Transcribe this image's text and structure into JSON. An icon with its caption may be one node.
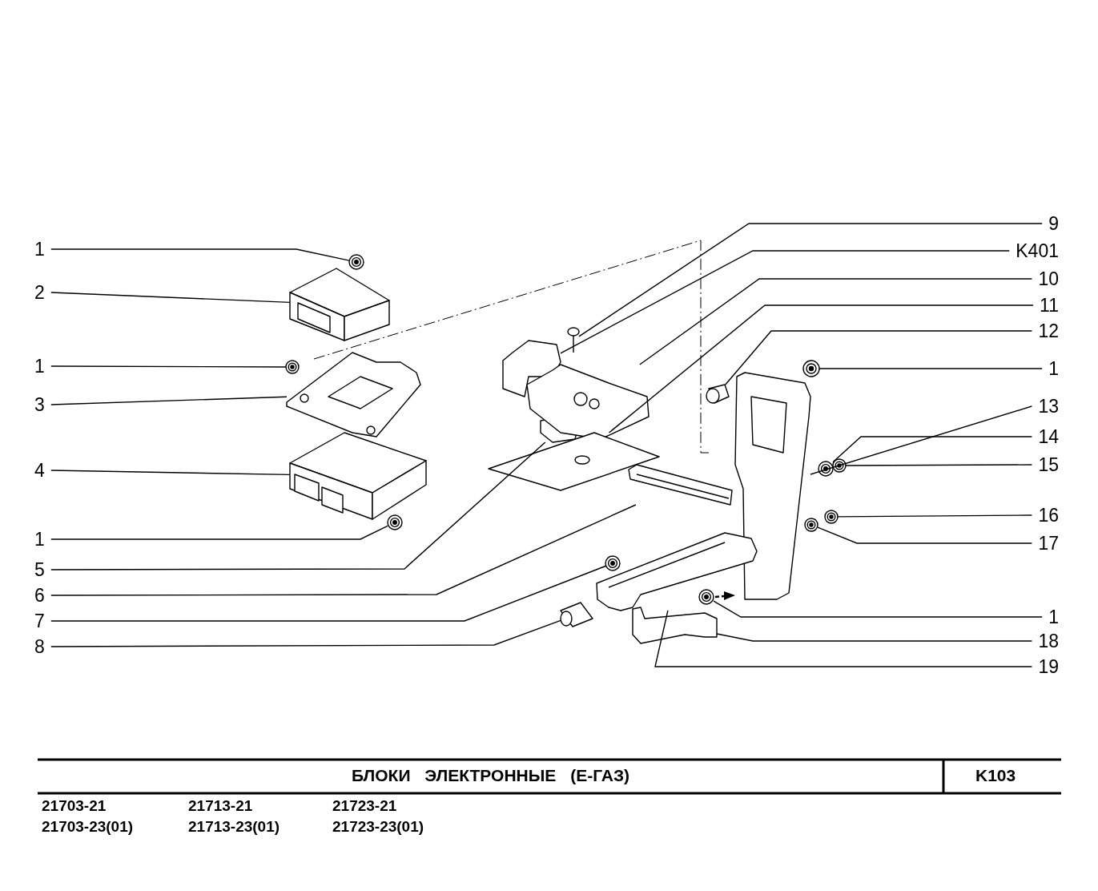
{
  "diagram": {
    "title": "БЛОКИ ЭЛЕКТРОННЫЕ (Е-ГАЗ)",
    "nodes": [
      {
        "text": [
          "1"
        ]
      },
      {
        "text": [
          "2"
        ]
      },
      {
        "text": [
          "1"
        ]
      },
      {
        "text": [
          "3"
        ]
      },
      {
        "text": [
          "4"
        ]
      },
      {
        "text": [
          "1"
        ]
      },
      {
        "text": [
          "5"
        ]
      },
      {
        "text": [
          "6"
        ]
      },
      {
        "text": [
          "7"
        ]
      },
      {
        "text": [
          "8"
        ]
      },
      {
        "text": [
          "9"
        ]
      },
      {
        "text": [
          "K401"
        ]
      },
      {
        "text": [
          "10"
        ]
      },
      {
        "text": [
          "11"
        ]
      },
      {
        "text": [
          "12"
        ]
      },
      {
        "text": [
          "1"
        ]
      },
      {
        "text": [
          "13"
        ]
      },
      {
        "text": [
          "14"
        ]
      },
      {
        "text": [
          "15"
        ]
      },
      {
        "text": [
          "16"
        ]
      },
      {
        "text": [
          "17"
        ]
      },
      {
        "text": [
          "1"
        ]
      },
      {
        "text": [
          "18"
        ]
      },
      {
        "text": [
          "19"
        ]
      },
      {
        "text": [],
        "shape": "picture"
      },
      {
        "text": [],
        "shape": "picture"
      },
      {
        "text": [],
        "shape": "picture"
      },
      {
        "text": [],
        "shape": "picture"
      },
      {
        "text": [],
        "shape": "picture"
      },
      {
        "text": [],
        "shape": "picture"
      },
      {
        "text": [],
        "shape": "picture"
      },
      {
        "text": [],
        "shape": "picture"
      },
      {
        "text": [],
        "shape": "picture"
      },
      {
        "text": [],
        "shape": "picture"
      },
      {
        "text": [],
        "shape": "picture"
      },
      {
        "text": [],
        "shape": "picture"
      },
      {
        "text": [],
        "shape": "picture"
      },
      {
        "text": [],
        "shape": "picture"
      },
      {
        "text": [],
        "shape": "picture"
      },
      {
        "text": [],
        "shape": "picture"
      },
      {
        "text": [],
        "shape": "picture"
      },
      {
        "text": [],
        "shape": "picture"
      },
      {
        "text": [],
        "shape": "picture"
      },
      {
        "text": [],
        "shape": "picture"
      },
      {
        "text": [],
        "shape": "picture"
      },
      {
        "text": [],
        "shape": "picture"
      },
      {
        "text": [],
        "shape": "picture"
      },
      {
        "text": [],
        "shape": "picture"
      }
    ],
    "edges": [
      {
        "from": 0,
        "to": 24,
        "arrow": "none"
      },
      {
        "from": 1,
        "to": 25,
        "arrow": "none"
      },
      {
        "from": 2,
        "to": 26,
        "arrow": "none"
      },
      {
        "from": 3,
        "to": 27,
        "arrow": "none"
      },
      {
        "from": 4,
        "to": 28,
        "arrow": "none"
      },
      {
        "from": 5,
        "to": 29,
        "arrow": "none"
      },
      {
        "from": 6,
        "to": 30,
        "arrow": "none"
      },
      {
        "from": 7,
        "to": 31,
        "arrow": "none"
      },
      {
        "from": 8,
        "to": 32,
        "arrow": "none"
      },
      {
        "from": 9,
        "to": 33,
        "arrow": "none"
      },
      {
        "from": 10,
        "to": 34,
        "arrow": "none"
      },
      {
        "from": 11,
        "to": 35,
        "arrow": "none"
      },
      {
        "from": 12,
        "to": 36,
        "arrow": "none"
      },
      {
        "from": 13,
        "to": 37,
        "arrow": "none"
      },
      {
        "from": 14,
        "to": 38,
        "arrow": "none"
      },
      {
        "from": 15,
        "to": 39,
        "arrow": "none"
      },
      {
        "from": 16,
        "to": 40,
        "arrow": "none"
      },
      {
        "from": 17,
        "to": 41,
        "arrow": "none"
      },
      {
        "from": 18,
        "to": 42,
        "arrow": "none"
      },
      {
        "from": 19,
        "to": 43,
        "arrow": "none"
      },
      {
        "from": 20,
        "to": 44,
        "arrow": "none"
      },
      {
        "from": 21,
        "to": 45,
        "arrow": "none"
      },
      {
        "from": 22,
        "to": 46,
        "arrow": "none"
      },
      {
        "from": 23,
        "to": 47,
        "arrow": "none"
      }
    ],
    "labels": [
      "K103",
      "21703-21",
      "21713-21",
      "21723-21",
      "21703-23(01)",
      "21713-23(01)",
      "21723-23(01)"
    ]
  }
}
